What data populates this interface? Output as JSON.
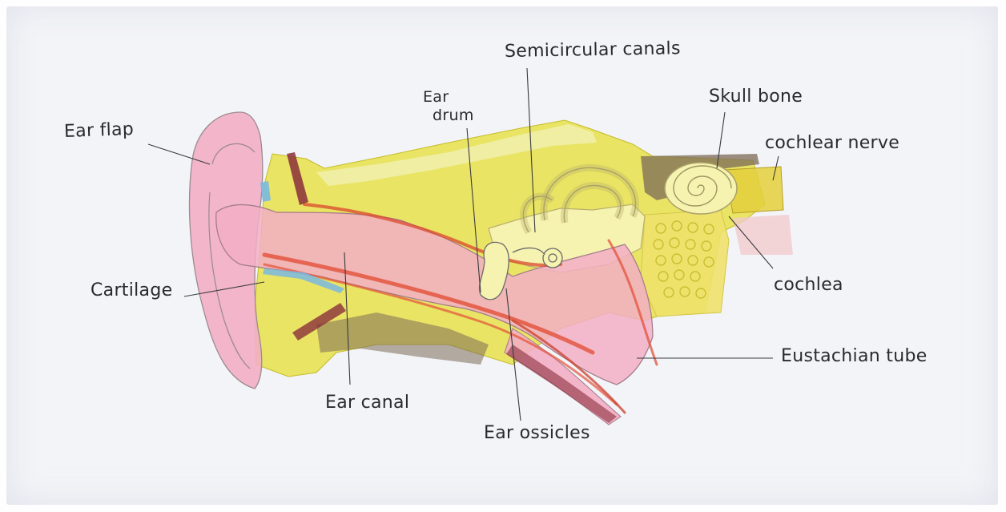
{
  "diagram": {
    "colors": {
      "paper": "#f3f4f8",
      "yellow": "#e7df3a",
      "pale_yellow": "#f1eea8",
      "pink": "#f2aec4",
      "red": "#d9482e",
      "maroon": "#8b2f3a",
      "brown": "#7c6b57",
      "blue": "#7ab8e0",
      "ink": "#2a2a2e"
    },
    "labels": {
      "ear_flap": "Ear flap",
      "cartilage": "Cartilage",
      "ear_canal": "Ear canal",
      "ear_drum_line1": "Ear",
      "ear_drum_line2": "drum",
      "semicircular_canals": "Semicircular canals",
      "skull_bone": "Skull bone",
      "cochlear_nerve": "cochlear nerve",
      "cochlea": "cochlea",
      "eustachian_tube": "Eustachian tube",
      "ear_ossicles": "Ear ossicles"
    }
  }
}
